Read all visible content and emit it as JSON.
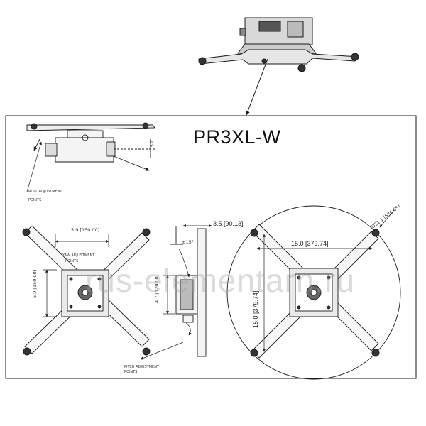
{
  "model_title": "PR3XL-W",
  "labels": {
    "roll_adjustment": "ROLL ADJUSTMENT",
    "roll_points": "POINTS",
    "yaw_adjustment": "YAW ADJUSTMENT",
    "yaw_points": "POINTS",
    "pitch_adjustment": "PITCH ADJUSTMENT",
    "pitch_points": "POINTS",
    "top_angle": "4.6°"
  },
  "dimensions": {
    "left_width": "5.9 [150.00]",
    "left_height": "5.9 [150.00]",
    "side_depth": "3.5 [90.13]",
    "side_angle": "±15°",
    "side_height": "4.7 [120.00]",
    "right_width": "15.0 [379.74]",
    "right_height": "15.0 [379.74]",
    "right_diameter": "Ø21.1 [536.65]"
  },
  "watermark": "rus-elementarn.ru",
  "colors": {
    "line": "#1a1a1a",
    "background": "#ffffff"
  }
}
